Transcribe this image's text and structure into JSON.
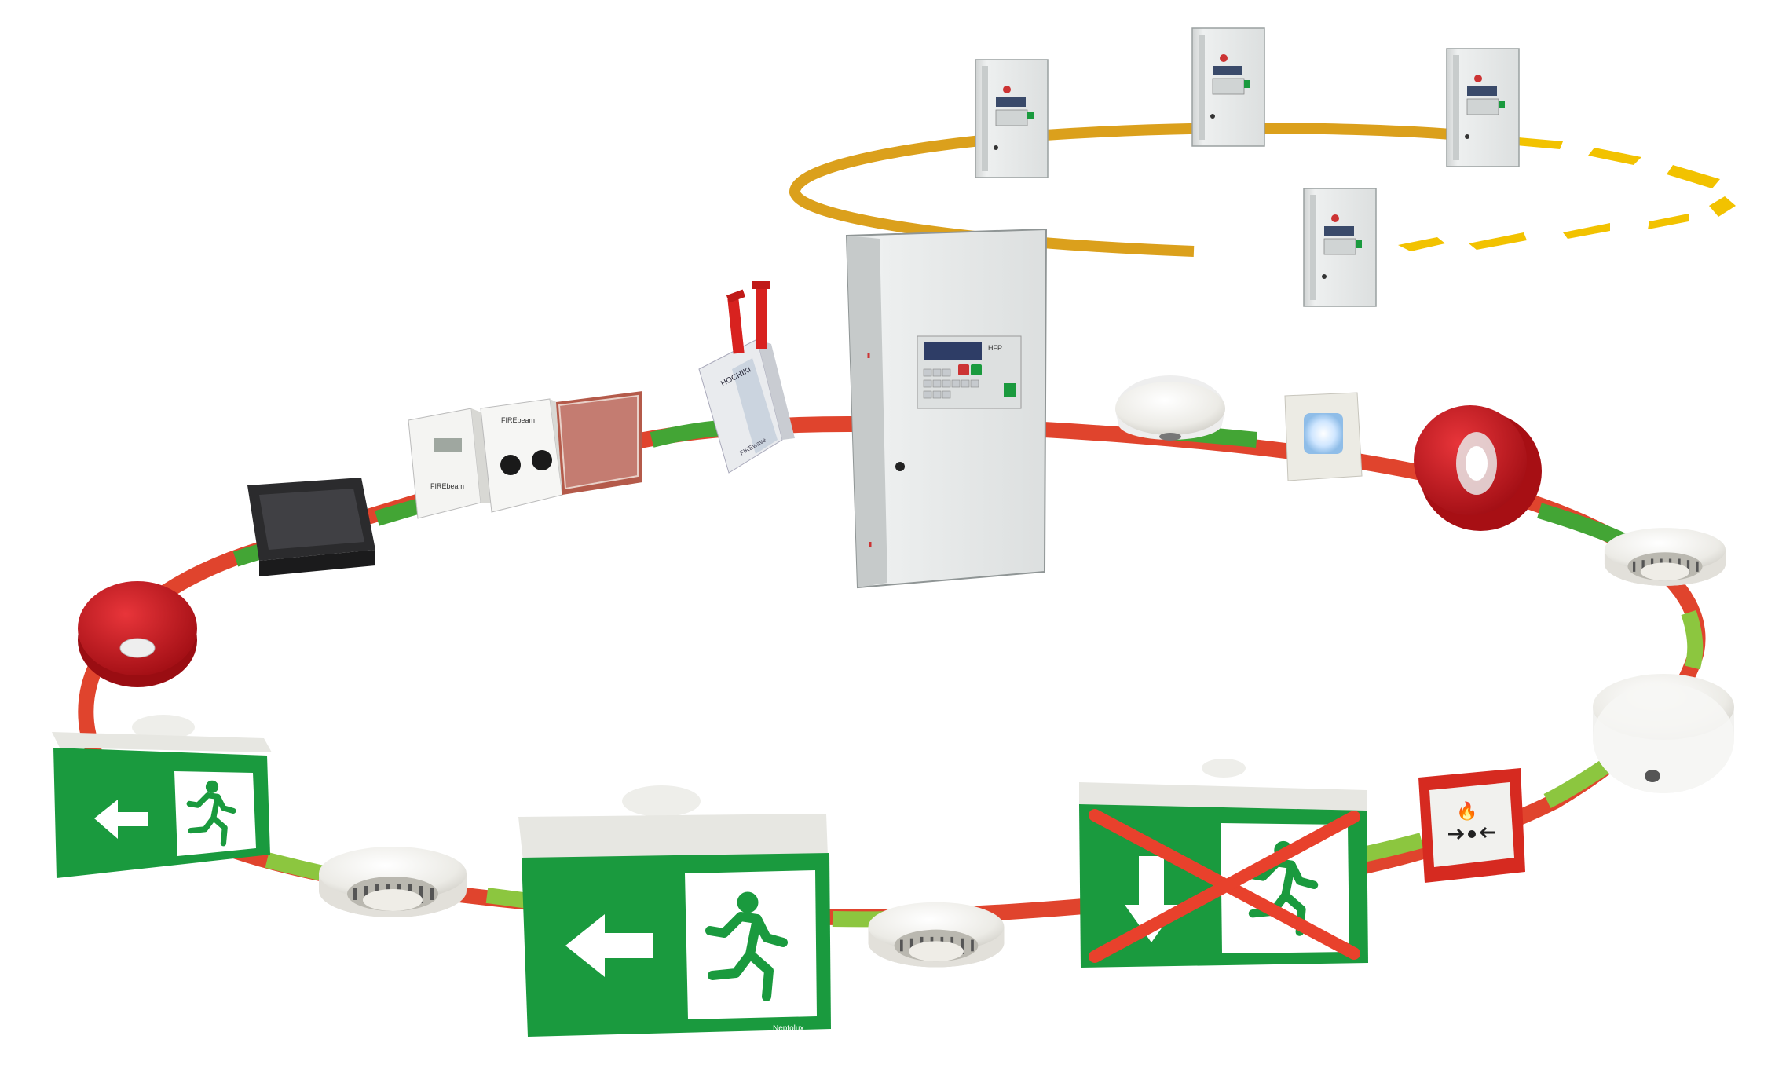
{
  "colors": {
    "loop_red": "#e0442d",
    "loop_green": "#43a535",
    "loop_lightgreen": "#8cc63f",
    "ring_gold": "#dba01c",
    "ring_yellow": "#f2c200",
    "sign_green": "#1a9a3e",
    "panel_grey": "#e6e8e8",
    "device_white": "#f1f1ee",
    "sounder_red": "#c8151b",
    "strike_red": "#e8412c"
  },
  "panel_labels": {
    "main_panel": "HFP",
    "brand_aspirator": "HOCHIKI",
    "brand_aspirator_sub": "FIREwave",
    "brand_beam": "FIREbeam",
    "brand_beam2": "FIREbeam",
    "brand_sign1": "Neptolux",
    "brand_sign2": "Neptolux"
  },
  "icons": [
    "running-man-icon",
    "arrow-left-icon",
    "arrow-down-icon",
    "fire-icon"
  ]
}
